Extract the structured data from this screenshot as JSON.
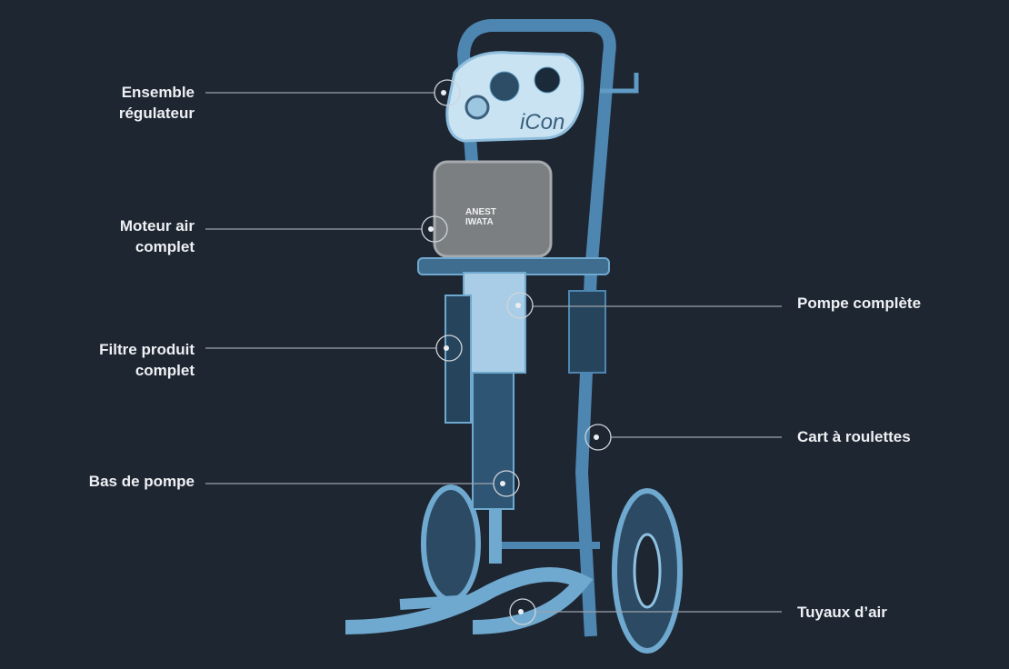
{
  "colors": {
    "background": "#1e2632",
    "machine": "#6fa9cf",
    "leader_line": "#9aa3ad"
  },
  "machine_branding": {
    "panel_logo": "iCon",
    "motor_logo": "ANEST IWATA"
  },
  "hotspots": [
    {
      "id": "regulator",
      "line1": "Ensemble",
      "line2": "régulateur"
    },
    {
      "id": "motor",
      "line1": "Moteur air",
      "line2": "complet"
    },
    {
      "id": "filter",
      "line1": "Filtre produit",
      "line2": "complet"
    },
    {
      "id": "lower-pump",
      "line1": "Bas de pompe"
    },
    {
      "id": "pump",
      "line1": "Pompe complète"
    },
    {
      "id": "cart",
      "line1": "Cart à roulettes"
    },
    {
      "id": "air-hoses",
      "line1": "Tuyaux d’air"
    }
  ]
}
